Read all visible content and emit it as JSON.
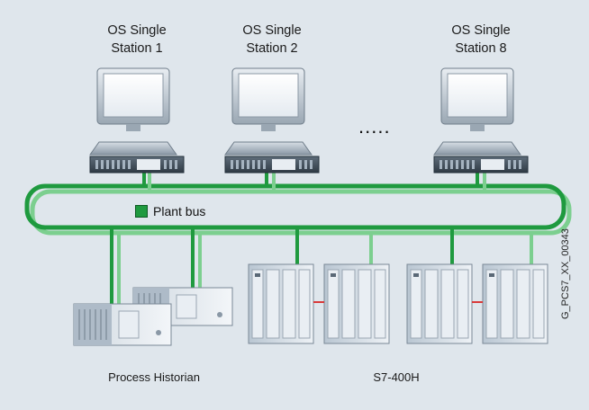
{
  "stations": [
    {
      "line1": "OS Single",
      "line2": "Station 1"
    },
    {
      "line1": "OS Single",
      "line2": "Station 2"
    },
    {
      "line1": "OS Single",
      "line2": "Station 8"
    }
  ],
  "ellipsis": ".....",
  "bus_label": "Plant bus",
  "historian_label": "Process Historian",
  "redundant_label": "S7-400H",
  "figure_id": "G_PCS7_XX_00343",
  "colors": {
    "background": "#dfe6ec",
    "bus_dark": "#1f9a3f",
    "bus_light": "#7ccf8f",
    "sync_link": "#d93a3a"
  }
}
